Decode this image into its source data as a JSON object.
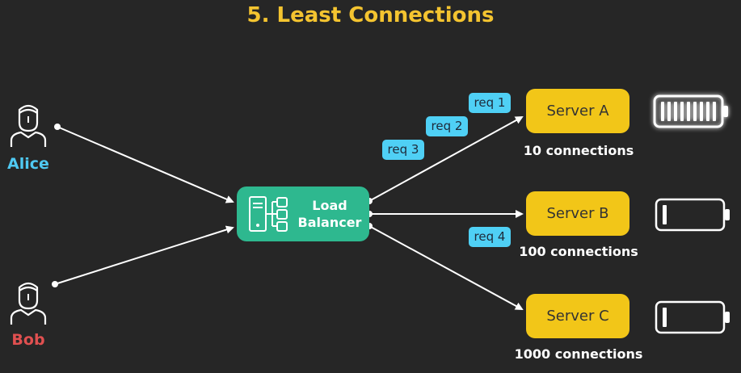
{
  "title": "5. Least Connections",
  "clients": [
    {
      "name": "Alice",
      "color": "#4fc9f2"
    },
    {
      "name": "Bob",
      "color": "#e05050"
    }
  ],
  "load_balancer": {
    "line1": "Load",
    "line2": "Balancer"
  },
  "servers": [
    {
      "label": "Server A",
      "connections": "10 connections"
    },
    {
      "label": "Server B",
      "connections": "100 connections"
    },
    {
      "label": "Server C",
      "connections": "1000 connections"
    }
  ],
  "requests": [
    "req 1",
    "req 2",
    "req 3",
    "req 4"
  ],
  "batteries": [
    {
      "server": "Server A",
      "level": "full"
    },
    {
      "server": "Server B",
      "level": "low"
    },
    {
      "server": "Server C",
      "level": "low"
    }
  ],
  "colors": {
    "title": "#f4c430",
    "server": "#f2c618",
    "load_balancer": "#2eb88f",
    "request": "#4fd0f5",
    "background": "#262626"
  }
}
